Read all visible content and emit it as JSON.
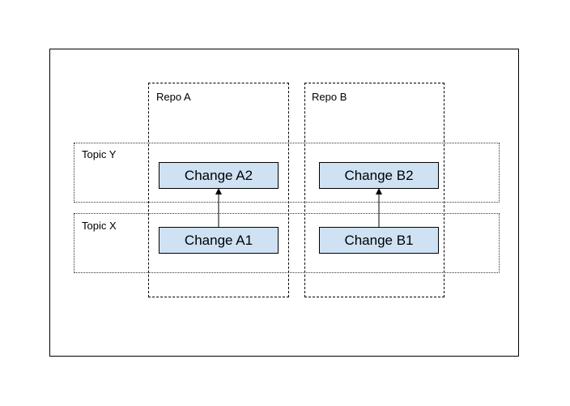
{
  "repos": [
    {
      "label": "Repo A"
    },
    {
      "label": "Repo B"
    }
  ],
  "topics": [
    {
      "label": "Topic Y"
    },
    {
      "label": "Topic X"
    }
  ],
  "changes": [
    {
      "label": "Change A2"
    },
    {
      "label": "Change A1"
    },
    {
      "label": "Change B2"
    },
    {
      "label": "Change B1"
    }
  ],
  "colors": {
    "change_fill": "#cfe2f3",
    "border": "#000000"
  }
}
